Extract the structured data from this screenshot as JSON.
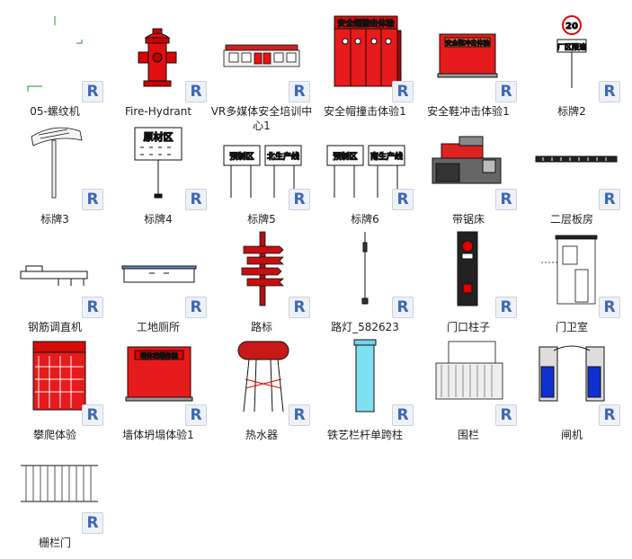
{
  "badge_letter": "R",
  "items": [
    {
      "label": "05-螺纹机",
      "icon": "thread-machine-icon"
    },
    {
      "label": "Fire-Hydrant",
      "icon": "fire-hydrant-icon"
    },
    {
      "label": "VR多媒体安全培训中心1",
      "icon": "vr-training-center-icon"
    },
    {
      "label": "安全帽撞击体验1",
      "icon": "helmet-impact-icon",
      "sign": "安全帽撞击体验"
    },
    {
      "label": "安全鞋冲击体验1",
      "icon": "shoe-impact-icon",
      "sign": "安全鞋冲击体验"
    },
    {
      "label": "标牌2",
      "icon": "speed-sign-icon",
      "sign_num": "20",
      "sign": "厂区限速"
    },
    {
      "label": "标牌3",
      "icon": "flag-sign-icon"
    },
    {
      "label": "标牌4",
      "icon": "material-sign-icon",
      "sign": "原材区"
    },
    {
      "label": "标牌5",
      "icon": "double-sign-icon",
      "sign": "预制区",
      "sign2": "北生产线"
    },
    {
      "label": "标牌6",
      "icon": "double-sign-icon-2",
      "sign": "预制区",
      "sign2": "南生产线"
    },
    {
      "label": "带锯床",
      "icon": "band-saw-icon"
    },
    {
      "label": "二层板房",
      "icon": "two-story-board-house-icon"
    },
    {
      "label": "钢筋调直机",
      "icon": "rebar-straightener-icon"
    },
    {
      "label": "工地厕所",
      "icon": "site-toilet-icon"
    },
    {
      "label": "路标",
      "icon": "road-sign-icon"
    },
    {
      "label": "路灯_582623",
      "icon": "street-lamp-icon"
    },
    {
      "label": "门口柱子",
      "icon": "gate-pillar-icon"
    },
    {
      "label": "门卫室",
      "icon": "guard-room-icon"
    },
    {
      "label": "攀爬体验",
      "icon": "climbing-icon"
    },
    {
      "label": "墙体坍塌体验1",
      "icon": "wall-collapse-icon",
      "sign": "墙体坍塌体验"
    },
    {
      "label": "热水器",
      "icon": "water-heater-icon"
    },
    {
      "label": "铁艺栏杆单跨柱",
      "icon": "iron-railing-column-icon"
    },
    {
      "label": "围栏",
      "icon": "fence-icon"
    },
    {
      "label": "闸机",
      "icon": "turnstile-icon"
    },
    {
      "label": "栅栏门",
      "icon": "fence-gate-icon"
    }
  ]
}
